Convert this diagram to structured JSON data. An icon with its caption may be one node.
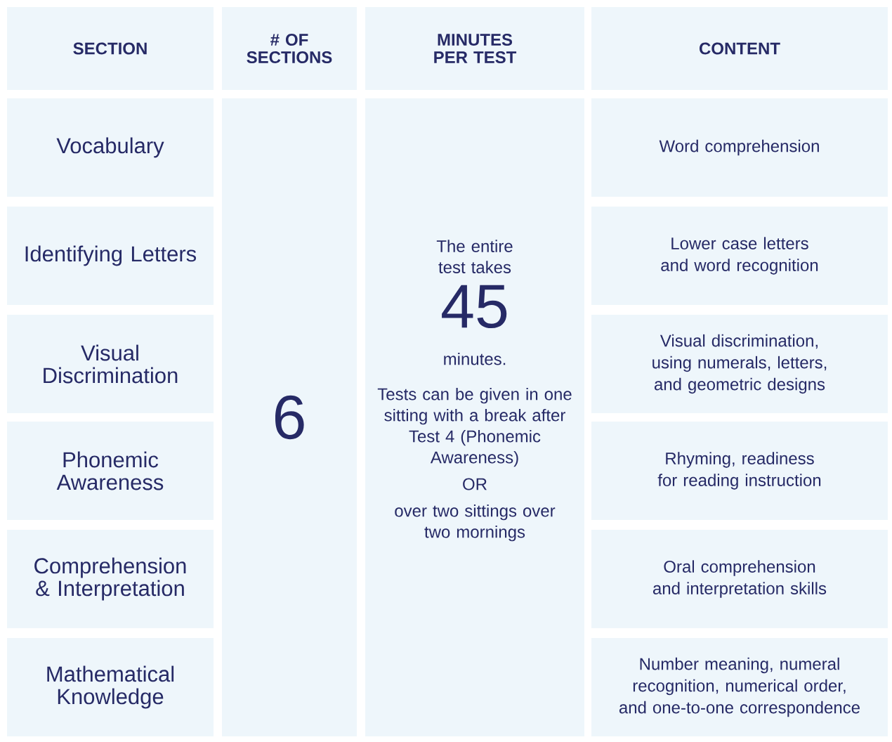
{
  "diagram": {
    "nodes": [
      {
        "text": [
          "SECTION"
        ]
      },
      {
        "text": [
          "# OF SECTIONS"
        ]
      },
      {
        "text": [
          "MINUTES PER TEST"
        ]
      },
      {
        "text": [
          "CONTENT"
        ]
      },
      {
        "text": [
          "Vocabulary"
        ]
      },
      {
        "text": [
          "6"
        ]
      },
      {
        "text": [
          "The entire test takes",
          "45",
          "minutes.",
          "Tests can be given in one sitting with a break after Test 4 (Phonemic Awareness)",
          "OR",
          "over two sittings over two mornings"
        ]
      },
      {
        "text": [
          "Word comprehension"
        ]
      },
      {
        "text": [
          "Identifying Letters"
        ]
      },
      {
        "text": [
          "Lower case letters and word recognition"
        ]
      },
      {
        "text": [
          "Visual Discrimination"
        ]
      },
      {
        "text": [
          "Visual discrimination, using numerals, letters, and geometric designs"
        ]
      },
      {
        "text": [
          "Phonemic Awareness"
        ]
      },
      {
        "text": [
          "Rhyming, readiness for reading instruction"
        ]
      },
      {
        "text": [
          "Comprehension & Interpretation"
        ]
      },
      {
        "text": [
          "Oral comprehension and interpretation skills"
        ]
      },
      {
        "text": [
          "Mathematical Knowledge"
        ]
      },
      {
        "text": [
          "Number meaning, numeral recognition, numerical order, and one-to-one correspondence"
        ]
      }
    ]
  }
}
